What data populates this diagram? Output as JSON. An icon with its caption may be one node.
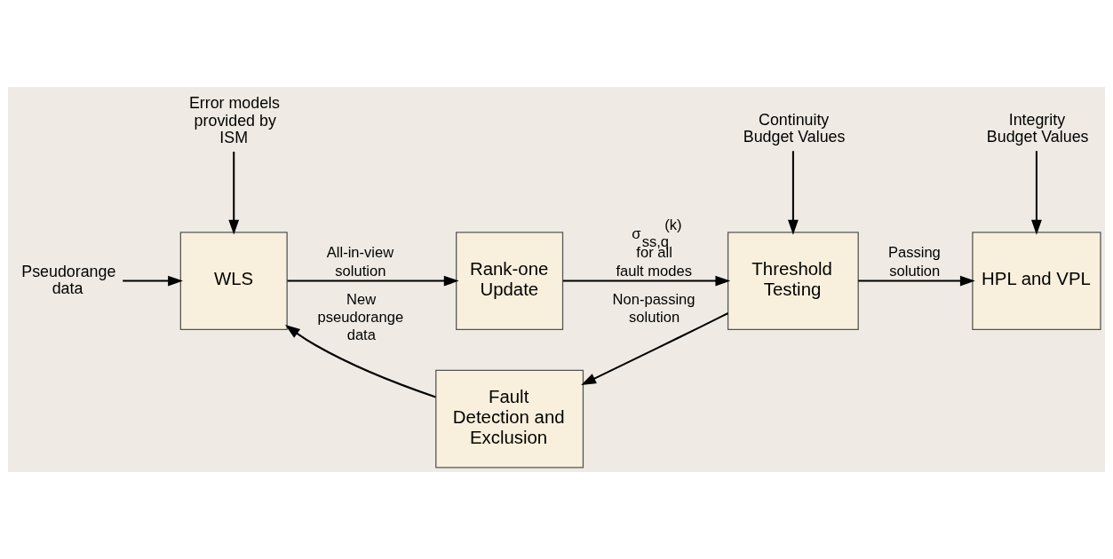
{
  "diagram": {
    "nodes": [
      {
        "text": [
          "Error models provided by ISM"
        ]
      },
      {
        "text": [
          "Continuity Budget Values"
        ]
      },
      {
        "text": [
          "Integrity Budget Values"
        ]
      },
      {
        "text": [
          "Pseudorange data"
        ]
      },
      {
        "text": [
          "WLS"
        ]
      },
      {
        "text": [
          "Rank-one Update"
        ]
      },
      {
        "text": [
          "Threshold Testing"
        ]
      },
      {
        "text": [
          "HPL and VPL"
        ]
      },
      {
        "text": [
          "Fault Detection and Exclusion"
        ]
      }
    ],
    "edges": [
      {
        "from": 3,
        "to": 4,
        "arrow": "to"
      },
      {
        "from": 0,
        "to": 4,
        "arrow": "to"
      },
      {
        "from": 4,
        "to": 5,
        "arrow": "to",
        "label": "All-in-view solution"
      },
      {
        "from": 5,
        "to": 6,
        "arrow": "to",
        "label": "σ$_{ss,q}$$^{(k)}$ for all fault modes"
      },
      {
        "from": 1,
        "to": 6,
        "arrow": "to"
      },
      {
        "from": 6,
        "to": 7,
        "arrow": "to",
        "label": "Passing solution"
      },
      {
        "from": 2,
        "to": 7,
        "arrow": "to"
      },
      {
        "from": 6,
        "to": 8,
        "arrow": "to",
        "label": "Non-passing solution"
      },
      {
        "from": 8,
        "to": 4,
        "arrow": "to",
        "label": "New pseudorange data"
      }
    ]
  }
}
